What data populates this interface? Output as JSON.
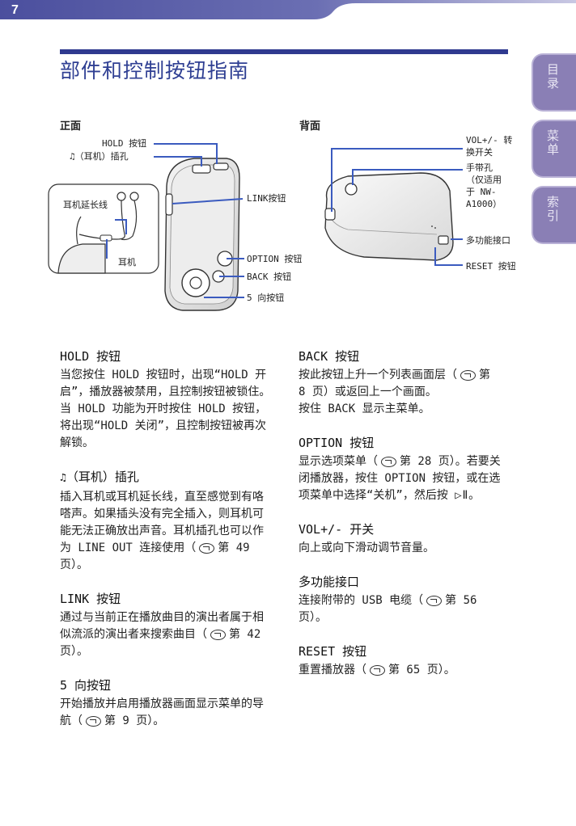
{
  "page_number": "7",
  "title": "部件和控制按钮指南",
  "tabs": {
    "contents": "目录",
    "menu": "菜单",
    "index": "索引"
  },
  "diagram": {
    "front_label": "正面",
    "back_label": "背面",
    "front": {
      "hold": "HOLD 按钮",
      "headphone": "（耳机）插孔",
      "ext_cable": "耳机延长线",
      "earphone": "耳机",
      "link": "LINK按钮",
      "option": "OPTION 按钮",
      "back": "BACK 按钮",
      "five_way": "5 向按钮"
    },
    "back": {
      "vol_line1": "VOL+/- 转",
      "vol_line2": "换开关",
      "strap_line1": "手带孔",
      "strap_line2": "（仅适用",
      "strap_line3": "于 NW-",
      "strap_line4": "A1000）",
      "multi": "多功能接口",
      "reset": "RESET 按钮"
    }
  },
  "left_col": {
    "hold_title": "HOLD 按钮",
    "hold_text": "当您按住 HOLD 按钮时，出现“HOLD 开启”，播放器被禁用，且控制按钮被锁住。当 HOLD 功能为开时按住 HOLD 按钮，将出现“HOLD 关闭”，且控制按钮被再次解锁。",
    "hp_title": "（耳机）插孔",
    "hp_text_a": "插入耳机或耳机延长线，直至感觉到有咯嗒声。如果插头没有完全插入，则耳机可能无法正确放出声音。耳机插孔也可以作为 LINE OUT 连接使用（",
    "hp_text_b": "第 49 页）。",
    "link_title": "LINK 按钮",
    "link_text_a": "通过与当前正在播放曲目的演出者属于相似流派的演出者来搜索曲目（",
    "link_text_b": "第 42 页）。",
    "five_title": "5 向按钮",
    "five_text_a": "开始播放并启用播放器画面显示菜单的导航（",
    "five_text_b": "第 9 页）。"
  },
  "right_col": {
    "back_title": "BACK 按钮",
    "back_text_a": "按此按钮上升一个列表画面层（",
    "back_text_b": "第 8 页）或返回上一个画面。",
    "back_text_c": "按住 BACK 显示主菜单。",
    "option_title": "OPTION 按钮",
    "option_text_a": "显示选项菜单（",
    "option_text_b": "第 28 页）。若要关闭播放器，按住 OPTION 按钮，或在选项菜单中选择“关机”，然后按 ",
    "option_text_c": "。",
    "vol_title": "VOL+/- 开关",
    "vol_text": "向上或向下滑动调节音量。",
    "multi_title": "多功能接口",
    "multi_text_a": "连接附带的 USB 电缆（",
    "multi_text_b": "第 56 页）。",
    "reset_title": "RESET 按钮",
    "reset_text_a": "重置播放器（",
    "reset_text_b": "第 65 页）。"
  },
  "colors": {
    "header": "#5a5aa4",
    "accent": "#2f3f93",
    "tab": "#8a7fb5",
    "callout": "#3b5bbf"
  }
}
